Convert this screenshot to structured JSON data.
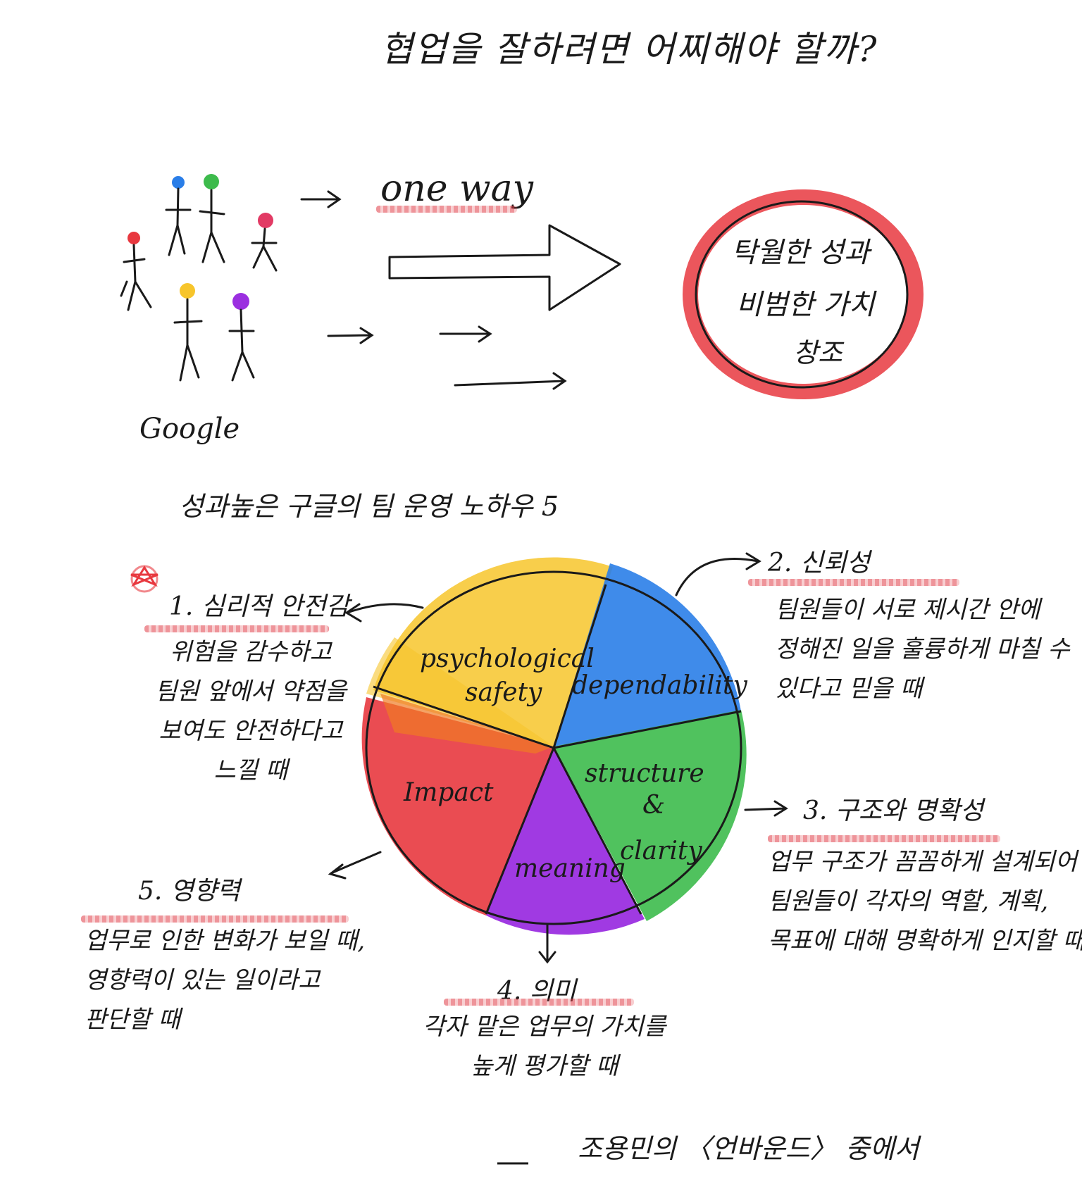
{
  "title": "협업을 잘하려면 어찌해야 할까?",
  "one_way": "one way",
  "google": "Google",
  "result_circle": [
    "탁월한 성과",
    "비범한 가치",
    "창조"
  ],
  "subtitle": "성과높은 구글의 팀 운영 노하우 5",
  "wedges": {
    "psychological": "psychological",
    "safety": "safety",
    "dependability": "dependability",
    "structure": "structure",
    "amp": "&",
    "clarity": "clarity",
    "meaning": "meaning",
    "impact": "Impact"
  },
  "items": {
    "one": {
      "heading": "1. 심리적 안전감",
      "body": "위험을 감수하고\n팀원 앞에서 약점을\n보여도 안전하다고\n느낄 때"
    },
    "two": {
      "heading": "2. 신뢰성",
      "body": "팀원들이 서로 제시간 안에\n정해진 일을 훌륭하게 마칠 수\n있다고 믿을 때"
    },
    "three": {
      "heading": "3. 구조와 명확성",
      "body": "업무 구조가 꼼꼼하게 설계되어\n팀원들이 각자의 역할, 계획,\n목표에 대해 명확하게 인지할 때"
    },
    "four": {
      "heading": "4. 의미",
      "body": "각자 맡은 업무의 가치를\n높게 평가할 때"
    },
    "five": {
      "heading": "5. 영향력",
      "body": "업무로 인한 변화가 보일 때,\n영향력이 있는 일이라고\n판단할 때"
    }
  },
  "source": "조용민의 〈언바운드〉 중에서",
  "colors": {
    "yellow": "#f7c52b",
    "blue": "#2a7ee8",
    "green": "#3dbb4c",
    "red": "#e8383f",
    "purple": "#9b2fe0",
    "orange": "#f07a23",
    "pink": "#e23a64",
    "ink": "#1a1a1a",
    "underline": "#e13c46"
  },
  "icons": [
    "stick-figures",
    "arrow-right-icon",
    "big-arrow-icon",
    "star-icon"
  ]
}
